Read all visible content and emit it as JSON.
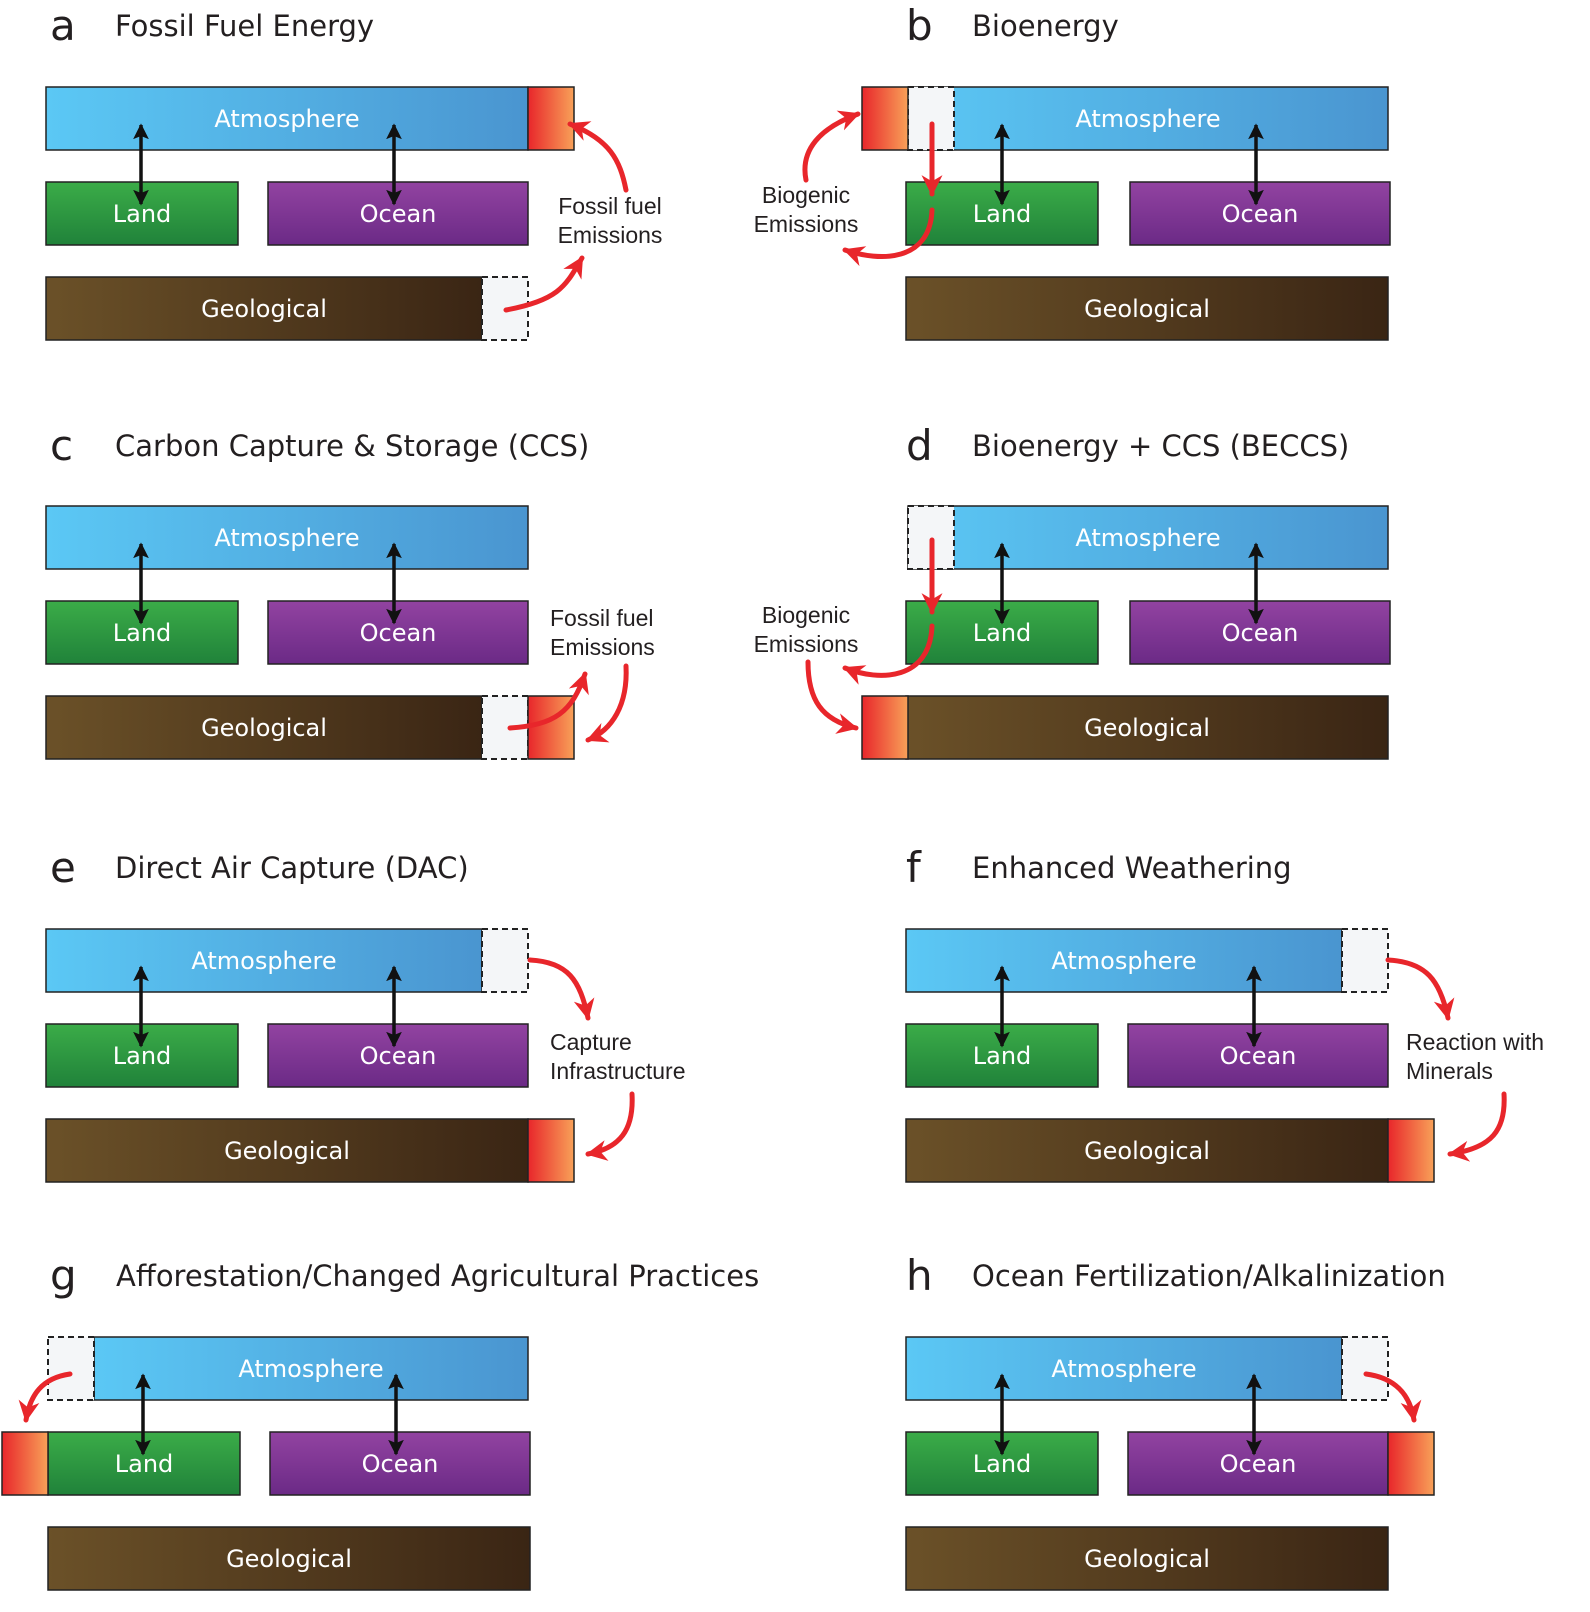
{
  "colors": {
    "atmosphere": [
      "#5bc8f5",
      "#4a95d0"
    ],
    "land": [
      "#3bac48",
      "#20823a"
    ],
    "ocean": [
      "#9243a1",
      "#6b2a86"
    ],
    "geological": [
      "#6b5128",
      "#3a2514"
    ],
    "flux": [
      "#e8262b",
      "#f8a158"
    ],
    "arrow": "#e8262b",
    "exchange_arrow": "#111111",
    "removed_box": "#f4f6f8"
  },
  "reservoirs": {
    "atmosphere": "Atmosphere",
    "land": "Land",
    "ocean": "Ocean",
    "geological": "Geological"
  },
  "panels": [
    {
      "letter": "a",
      "title": "Fossil Fuel Energy",
      "annotation": [
        "Fossil fuel",
        "Emissions"
      ],
      "source_box": "geological",
      "destination_box": "atmosphere"
    },
    {
      "letter": "b",
      "title": "Bioenergy",
      "annotation": [
        "Biogenic",
        "Emissions"
      ],
      "source_box": "atmosphere",
      "destination_box": "atmosphere"
    },
    {
      "letter": "c",
      "title": "Carbon Capture & Storage (CCS)",
      "annotation": [
        "Fossil fuel",
        "Emissions"
      ],
      "source_box": "geological",
      "destination_box": "geological"
    },
    {
      "letter": "d",
      "title": "Bioenergy + CCS (BECCS)",
      "annotation": [
        "Biogenic",
        "Emissions"
      ],
      "source_box": "atmosphere",
      "destination_box": "geological"
    },
    {
      "letter": "e",
      "title": "Direct Air Capture (DAC)",
      "annotation": [
        "Capture",
        "Infrastructure"
      ],
      "source_box": "atmosphere",
      "destination_box": "geological"
    },
    {
      "letter": "f",
      "title": "Enhanced Weathering",
      "annotation": [
        "Reaction with",
        "Minerals"
      ],
      "source_box": "atmosphere",
      "destination_box": "geological"
    },
    {
      "letter": "g",
      "title": "Afforestation/Changed Agricultural Practices",
      "annotation": [],
      "source_box": "atmosphere",
      "destination_box": "land"
    },
    {
      "letter": "h",
      "title": "Ocean Fertilization/Alkalinization",
      "annotation": [],
      "source_box": "atmosphere",
      "destination_box": "ocean"
    }
  ]
}
